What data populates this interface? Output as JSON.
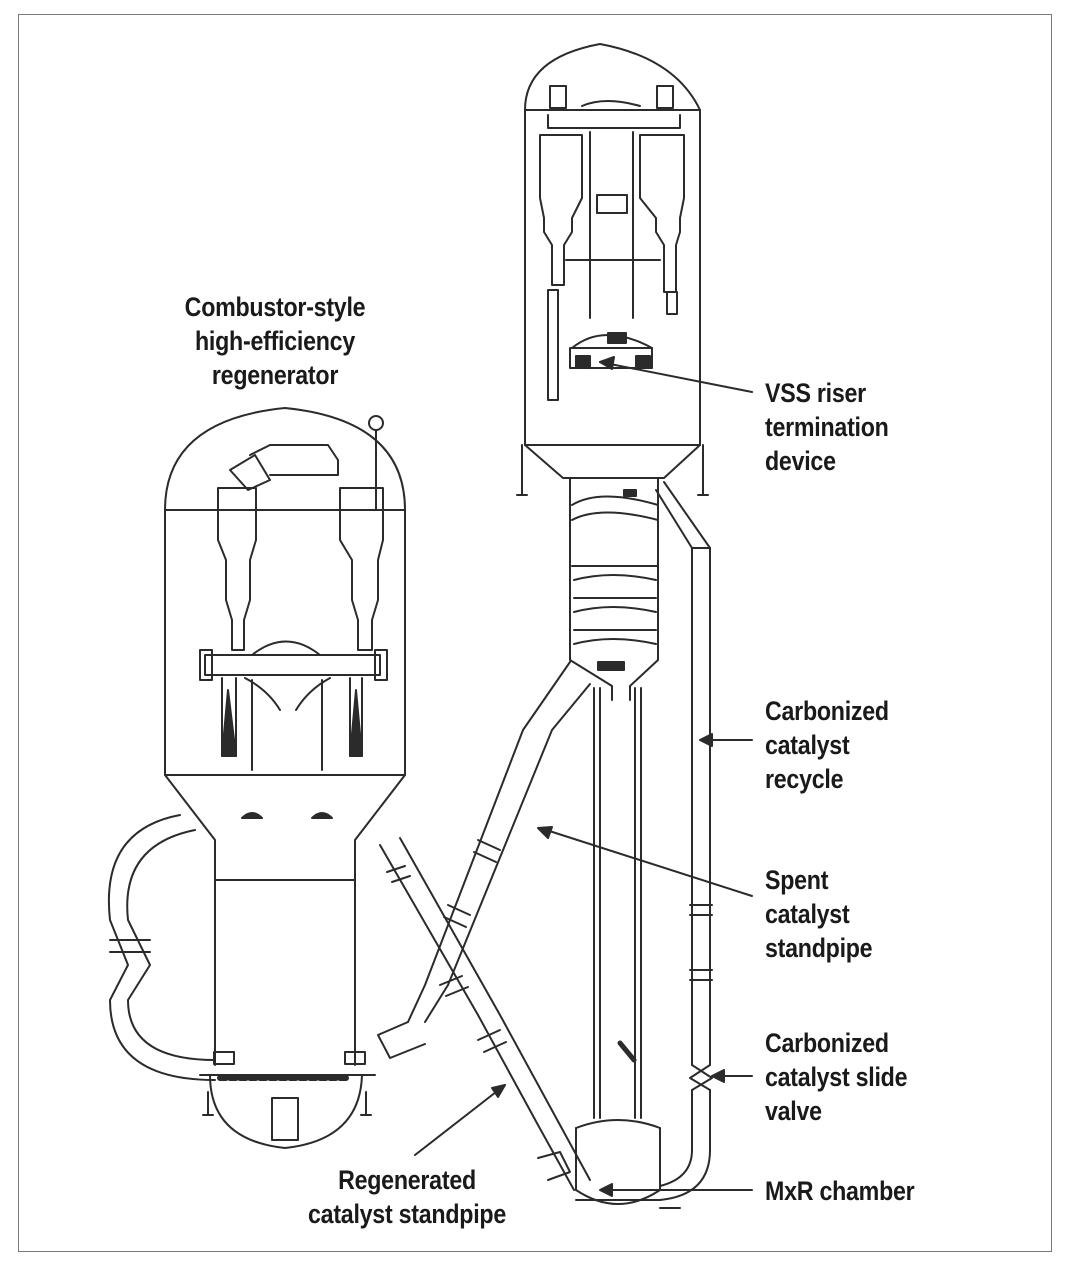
{
  "labels": {
    "regenerator": [
      "Combustor-style",
      "high-efficiency",
      "regenerator"
    ],
    "vss": [
      "VSS riser",
      "termination",
      "device"
    ],
    "recycle": [
      "Carbonized",
      "catalyst",
      "recycle"
    ],
    "spent": [
      "Spent",
      "catalyst",
      "standpipe"
    ],
    "slide_valve": [
      "Carbonized",
      "catalyst slide",
      "valve"
    ],
    "regenerated": [
      "Regenerated",
      "catalyst standpipe"
    ],
    "mxr": [
      "MxR chamber"
    ]
  },
  "colors": {
    "line": "#2b2b2b",
    "text": "#1a1a1a",
    "frame": "#7a7a7a"
  }
}
